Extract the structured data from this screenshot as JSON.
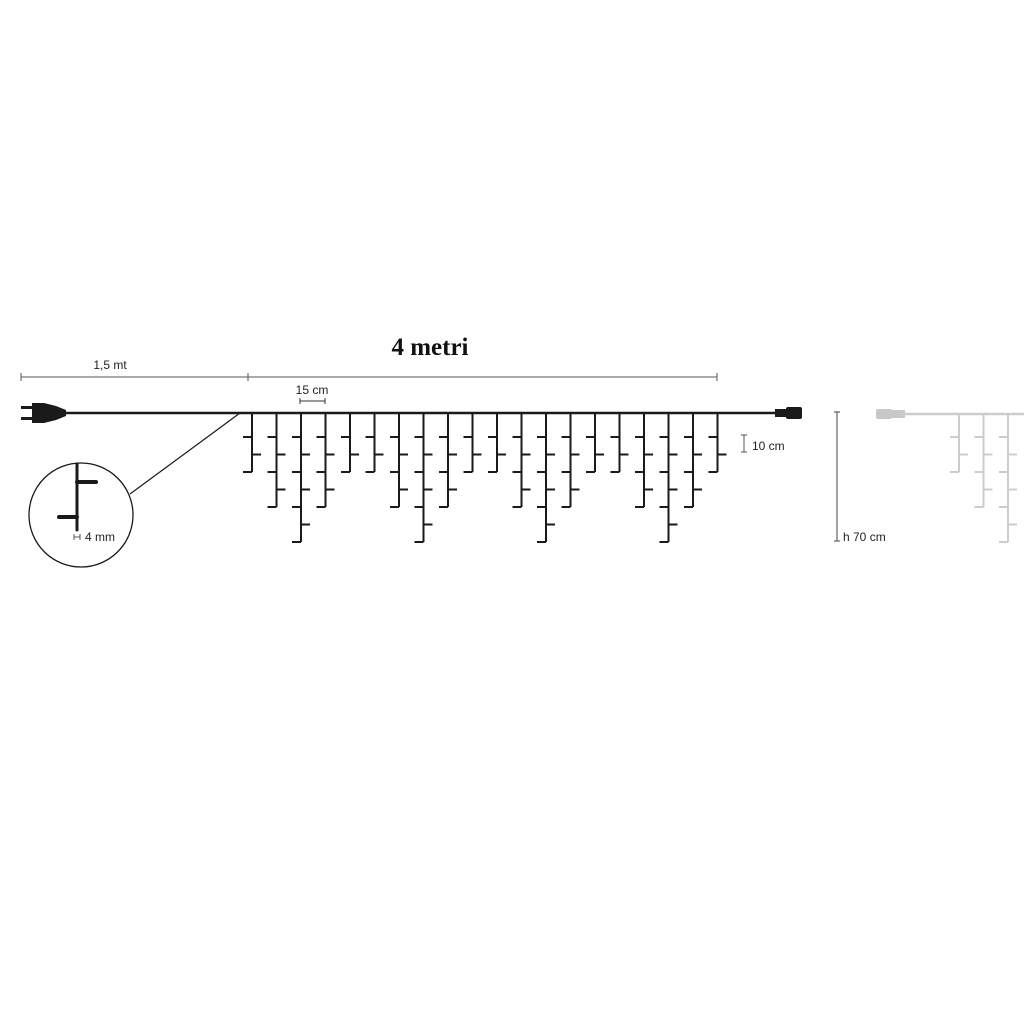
{
  "title": "4 metri",
  "labels": {
    "lead_length": "1,5 mt",
    "drop_spacing": "15 cm",
    "bulb_spacing": "10 cm",
    "total_height": "h 70 cm",
    "wire_thickness": "4 mm"
  },
  "icicle": {
    "drop_count": 20,
    "drop_bulb_pattern": [
      3,
      5,
      7,
      5,
      3
    ],
    "ghost_drop_count": 3
  },
  "colors": {
    "wire": "#1a1a1a",
    "dimension": "#555555",
    "ghost": "#cccccc"
  }
}
